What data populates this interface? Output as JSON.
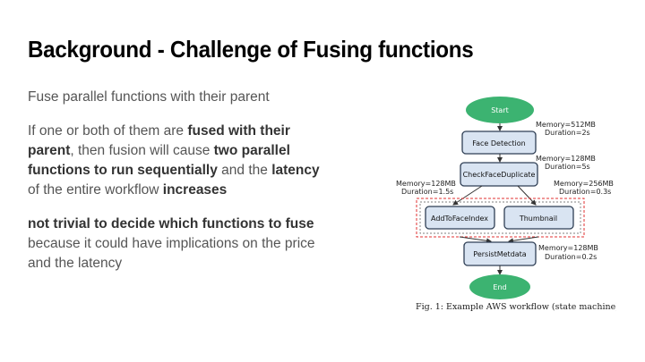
{
  "slide": {
    "title": "Background - Challenge of Fusing functions",
    "paragraphs": [
      {
        "runs": [
          {
            "text": "Fuse parallel functions with their parent",
            "bold": false
          }
        ]
      },
      {
        "runs": [
          {
            "text": "If one or both of them are ",
            "bold": false
          },
          {
            "text": "fused with their parent",
            "bold": true
          },
          {
            "text": ", then fusion will cause ",
            "bold": false
          },
          {
            "text": "two parallel functions to run sequentially",
            "bold": true
          },
          {
            "text": " and the ",
            "bold": false
          },
          {
            "text": "latency",
            "bold": true
          },
          {
            "text": " of the entire workflow ",
            "bold": false
          },
          {
            "text": "increases",
            "bold": true
          }
        ]
      },
      {
        "runs": [
          {
            "text": "not trivial to decide which functions to fuse",
            "bold": true
          },
          {
            "text": " because it could have implications on the price and the latency",
            "bold": false
          }
        ]
      }
    ]
  },
  "figure": {
    "start_label": "Start",
    "end_label": "End",
    "nodes": {
      "face_detection": {
        "label": "Face Detection",
        "memory": "Memory=512MB",
        "duration": "Duration=2s"
      },
      "check_face_duplicate": {
        "label": "CheckFaceDuplicate",
        "memory": "Memory=128MB",
        "duration": "Duration=5s"
      },
      "add_to_face_index": {
        "label": "AddToFaceIndex",
        "memory": "Memory=128MB",
        "duration": "Duration=1.5s"
      },
      "thumbnail": {
        "label": "Thumbnail",
        "memory": "Memory=256MB",
        "duration": "Duration=0.3s"
      },
      "persist_metdata": {
        "label": "PersistMetdata",
        "memory": "Memory=128MB",
        "duration": "Duration=0.2s"
      }
    },
    "caption": "Fig. 1: Example AWS workflow (state machine)",
    "colors": {
      "ellipse_fill": "#3cb371",
      "node_fill": "#d9e4f2",
      "node_stroke": "#2f3f55",
      "highlight_stroke": "#e03030"
    }
  }
}
